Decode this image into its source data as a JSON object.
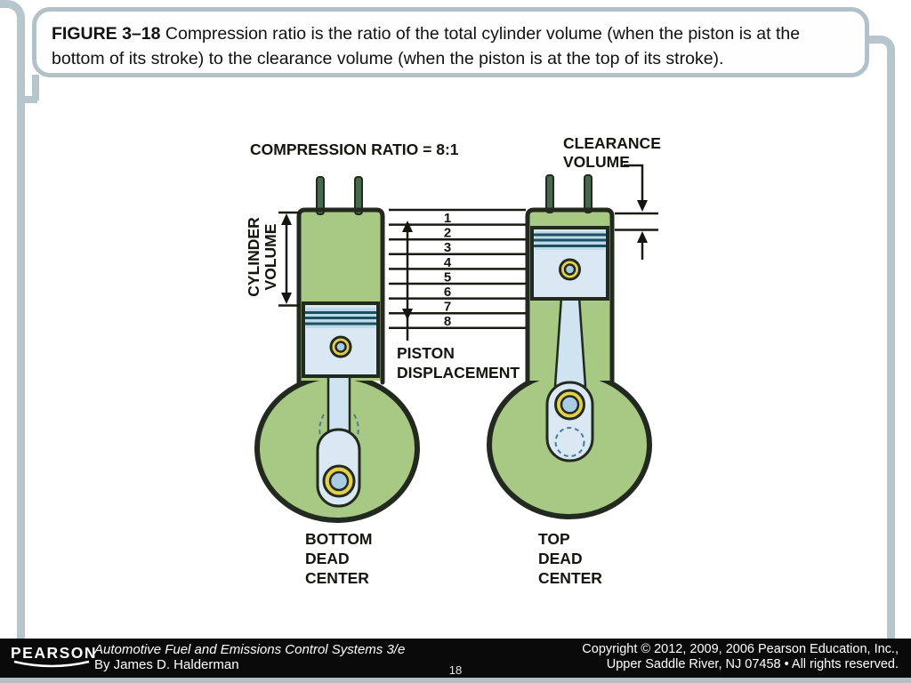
{
  "slide": {
    "caption": {
      "label": "FIGURE 3–18",
      "text": "Compression ratio is the ratio of the total cylinder volume (when the piston is at the bottom of its stroke) to the clearance volume (when the piston is at the top of its stroke)."
    },
    "figure": {
      "title": "COMPRESSION RATIO = 8:1",
      "labels": {
        "clearance": [
          "CLEARANCE",
          "VOLUME"
        ],
        "cylinder": [
          "CYLINDER",
          "VOLUME"
        ],
        "displacement": [
          "PISTON",
          "DISPLACEMENT"
        ],
        "bdc": [
          "BOTTOM",
          "DEAD",
          "CENTER"
        ],
        "tdc": [
          "TOP",
          "DEAD",
          "CENTER"
        ]
      },
      "scale": [
        "1",
        "2",
        "3",
        "4",
        "5",
        "6",
        "7",
        "8"
      ],
      "compression_ratio": "8:1",
      "colors": {
        "frame": "#b7c5cc",
        "caption_border": "#b2c0c8",
        "diagram_green": "#a8c983",
        "outline_dark": "#222a20",
        "piston_blue": "#d9e8f2",
        "ring_stripe": "#1d4f63",
        "pin_yellow": "#e4d048",
        "bearing_blue": "#a9cce4",
        "footer_bg": "#0a0a0a",
        "footer_text": "#ffffff"
      }
    },
    "footer": {
      "brand": "PEARSON",
      "book_title": "Automotive Fuel and Emissions Control Systems 3/e",
      "author": "By James D. Halderman",
      "page_number": "18",
      "copyright_line1": "Copyright © 2012, 2009, 2006 Pearson Education, Inc.,",
      "copyright_line2": "Upper Saddle River, NJ 07458 • All rights reserved."
    }
  }
}
